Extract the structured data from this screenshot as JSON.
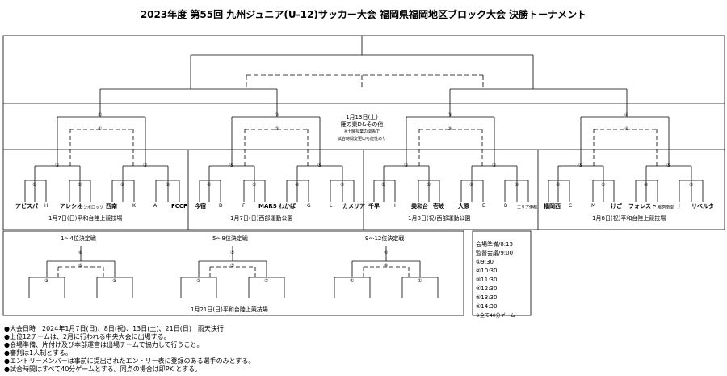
{
  "title": "2023年度 第55回 九州ジュニア(U-12)サッカー大会 福岡県福岡地区ブロック大会 決勝トーナメント",
  "center_info": {
    "date": "1月13日(土)",
    "venue": "雁の巣D&その他",
    "note1": "※土曜授業の関係で",
    "note2": "試合時間変更の可能性あり"
  },
  "groups": [
    {
      "teams": [
        {
          "name": "アビスパ",
          "letter": "H"
        },
        {
          "name": "アレシオ",
          "sub": "ランポロッソ"
        },
        {
          "name": "西南",
          "letter": "K"
        },
        {
          "name": "",
          "letter": "A",
          "name2": "FCCF"
        }
      ],
      "venue": "1月7日(日)平和台陸上競技場",
      "r1": "①",
      "r1b": "①",
      "r2": "⑤",
      "r2b": "⑤",
      "r3a": "②",
      "r3b": "②",
      "top": "①",
      "topb": "①"
    },
    {
      "teams": [
        {
          "name": "今宿",
          "letter": "D"
        },
        {
          "name": "",
          "letter": "F",
          "name2": "MARS"
        },
        {
          "name": "わかば",
          "letter": "G"
        },
        {
          "name": "",
          "letter": "L",
          "name2": "カメリア"
        }
      ],
      "venue": "1月7日(日)西部運動公園",
      "r1": "①",
      "r1b": "①",
      "r2": "⑤",
      "r2b": "⑤",
      "r3a": "②",
      "r3b": "②",
      "top": "②",
      "topb": "②"
    },
    {
      "teams": [
        {
          "name": "千早",
          "letter": "I"
        },
        {
          "name": "美和台",
          "letter": "",
          "name2": "壱岐"
        },
        {
          "name": "大原",
          "letter": "E"
        },
        {
          "name": "",
          "letter": "B",
          "name2": "エリア伊都"
        }
      ],
      "venue": "1月8日(祝)西部運動公園",
      "r1": "①",
      "r1b": "①",
      "r2": "⑤",
      "r2b": "⑤",
      "r3a": "②",
      "r3b": "②",
      "top": "③",
      "topb": "③"
    },
    {
      "teams": [
        {
          "name": "福岡西",
          "letter": "C"
        },
        {
          "name": "",
          "letter": "M",
          "name2": "けご"
        },
        {
          "name": "フォレスト",
          "letter": "",
          "name2": "那珂南岸"
        },
        {
          "name": "",
          "letter": "J",
          "name2": "リベルタ"
        }
      ],
      "venue": "1月8日(祝)平和台陸上競技場",
      "r1": "①",
      "r1b": "①",
      "r2": "⑤",
      "r2b": "⑤",
      "r3a": "②",
      "r3b": "②",
      "top": "④",
      "topb": "④"
    }
  ],
  "finals": {
    "f1_title": "1～4位決定戦",
    "f2_title": "5～8位決定戦",
    "f3_title": "9～12位決定戦",
    "f1_top": "⑥",
    "f1_mid": "⑥",
    "f1_l": "③",
    "f1_r": "③",
    "f2_top": "⑤",
    "f2_mid": "⑤",
    "f2_l": "②",
    "f2_r": "②",
    "f3_top": "④",
    "f3_mid": "④",
    "f3_l": "①",
    "f3_r": "①",
    "venue": "1月21日(日)平和台陸上競技場"
  },
  "schedule": [
    "会場準備/8:15",
    "監督会議/9:00",
    "①9:30",
    "②10:30",
    "③11:30",
    "④12:30",
    "⑤13:30",
    "⑥14:30",
    "※全て40分ゲーム"
  ],
  "notes": [
    "●大会日時　2024年1月7日(日)、8日(祝)、13日(土)、21日(日)　雨天決行",
    "●上位12チームは、2月に行われる中央大会に出場する。",
    "●会場準備、片付け及び本部運営は出場チームで協力して行うこと。",
    "●審判は1人制とする。",
    "●エントリーメンバーは事前に提出されたエントリー表に登録のある選手のみとする。",
    "●試合時間はすべて40分ゲームとする。同点の場合は即PK とする。"
  ]
}
